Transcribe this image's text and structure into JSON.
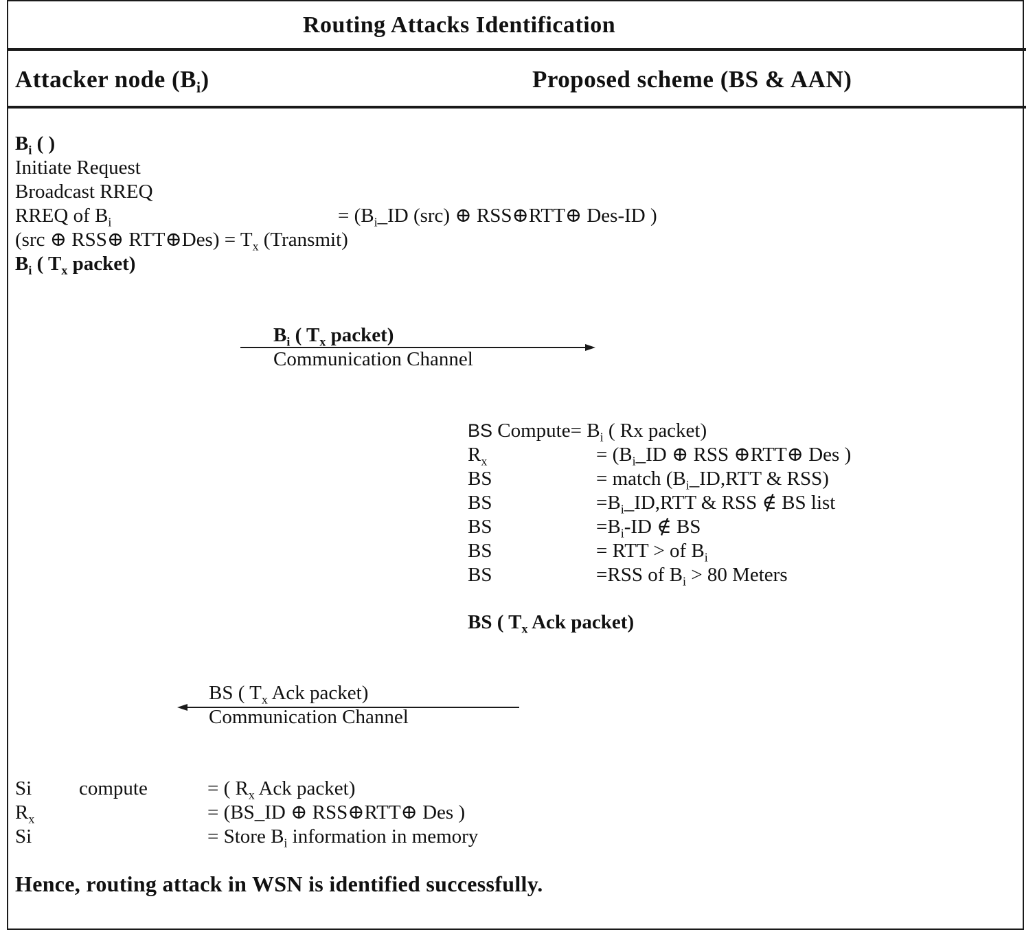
{
  "title": "Routing  Attacks Identification",
  "col_left": {
    "main": "Attacker node (B",
    "sub": "i",
    "close": ")"
  },
  "col_right": "Proposed scheme (BS & AAN)",
  "attacker": {
    "l1": {
      "b": "B",
      "sub": "i",
      "rest": " ( )"
    },
    "l2": "Initiate Request",
    "l3": "Broadcast RREQ",
    "l4": {
      "a": "RREQ  of B",
      "sub": "i",
      "eq": "=  (B",
      "eq_sub": "i",
      "eq_rest": "_ID (src) ⊕ RSS⊕RTT⊕ Des-ID )"
    },
    "l5": {
      "a": "(src ⊕ RSS⊕ RTT⊕Des) = T",
      "sub": "x",
      "rest": " (Transmit)"
    },
    "l6": {
      "a": "B",
      "sub1": "i",
      "b": " ( T",
      "sub2": "x",
      "c": " packet)"
    }
  },
  "channel1": {
    "a": "B",
    "sub1": "i",
    "b": " ( T",
    "sub2": "x",
    "c": " packet)",
    "label": "Communication Channel"
  },
  "bs": {
    "l1": {
      "sans": "BS",
      "a": " Compute= B",
      "sub": "i",
      "rest": " ( Rx packet)"
    },
    "rows": [
      {
        "label": "R",
        "label_sub": "x",
        "a": "=  (B",
        "sub": "i",
        "b": "_ID ⊕ RSS ⊕RTT⊕ Des  )"
      },
      {
        "label": "BS",
        "label_sub": "",
        "a": "= match (B",
        "sub": "i",
        "b": "_ID,RTT & RSS)"
      },
      {
        "label": "BS",
        "label_sub": "",
        "a": "=B",
        "sub": "i",
        "b": "_ID,RTT & RSS ∉ BS list"
      },
      {
        "label": "BS",
        "label_sub": "",
        "a": "=B",
        "sub": "i",
        "b": "-ID ∉ BS"
      },
      {
        "label": "BS",
        "label_sub": "",
        "a": "= RTT > of B",
        "sub": "i",
        "b": ""
      },
      {
        "label": "BS",
        "label_sub": "",
        "a": "=RSS of B",
        "sub": "i",
        "b": " > 80 Meters"
      }
    ],
    "ack": {
      "a": "BS ( T",
      "sub": "x",
      "b": " Ack packet)"
    }
  },
  "channel2": {
    "a": "BS ( T",
    "sub": "x",
    "b": " Ack packet)",
    "label": "Communication Channel"
  },
  "si": {
    "l1": {
      "label": "Si",
      "mid": "compute",
      "a": "=  ( R",
      "sub": "x",
      "b": " Ack packet)"
    },
    "l2": {
      "label": "R",
      "label_sub": "x",
      "a": "=  (BS_ID ⊕ RSS⊕RTT⊕ Des )"
    },
    "l3": {
      "label": "Si",
      "a": "= Store B",
      "sub": "i",
      "b": " information in memory"
    }
  },
  "conclusion": "Hence,  routing attack in WSN is identified successfully."
}
